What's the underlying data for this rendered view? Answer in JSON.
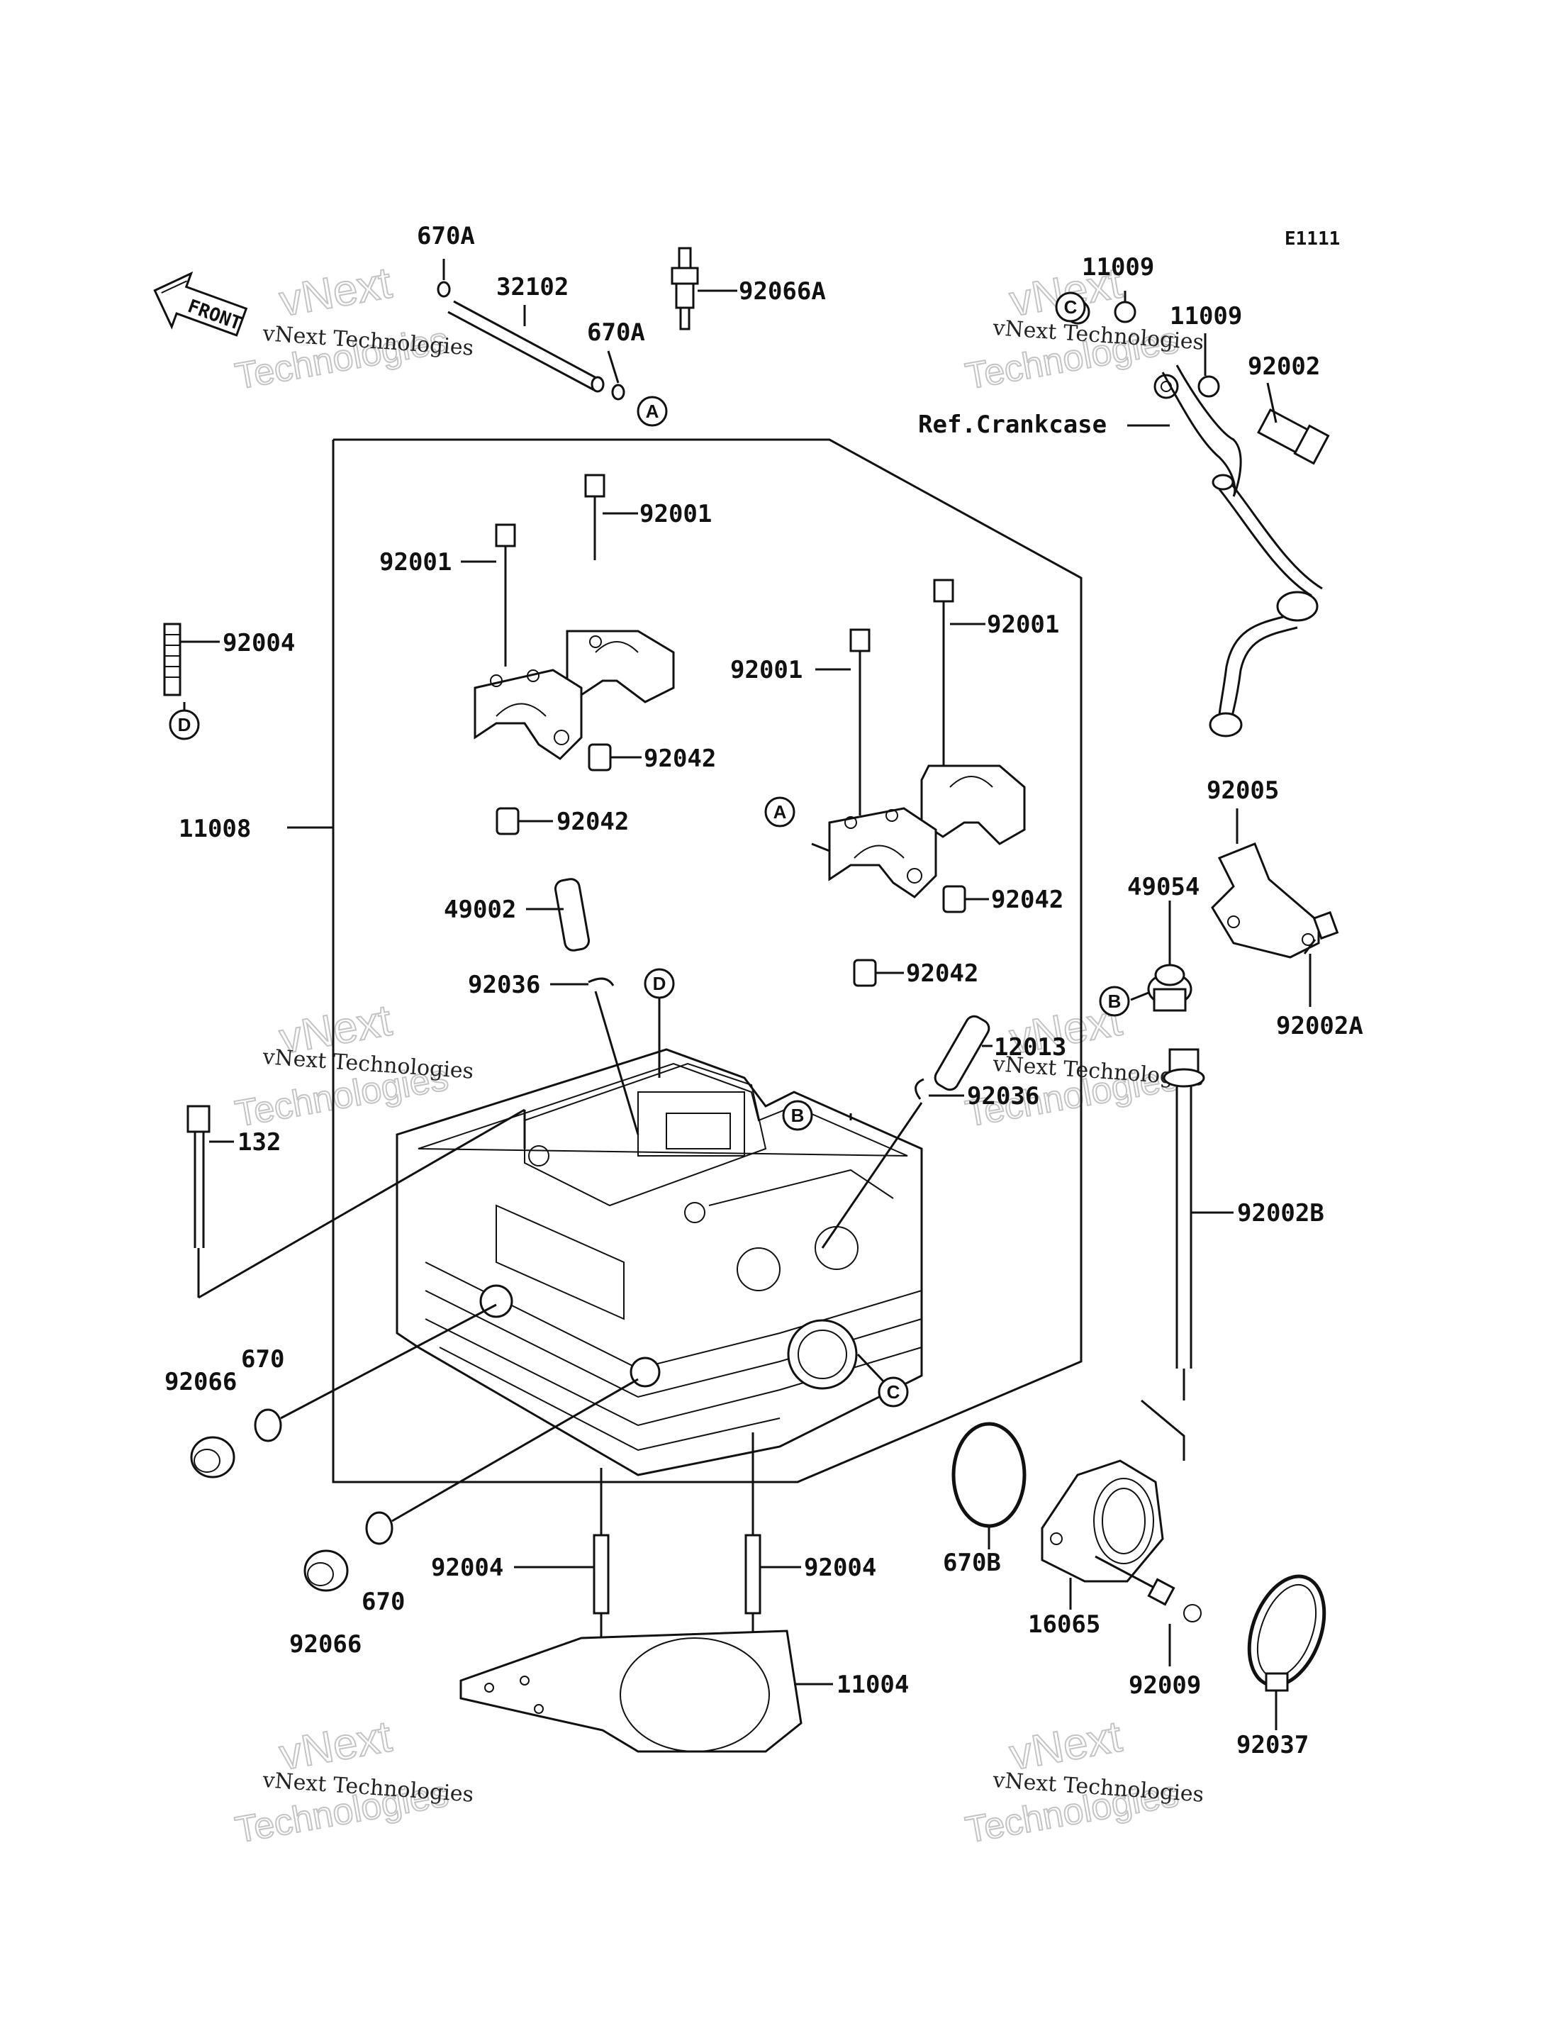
{
  "diagram_code": "E1111",
  "front_label": "FRONT",
  "ref_note": "Ref.Crankcase",
  "watermark": {
    "line1": "vNext Technologies",
    "line2": "vNext",
    "line3": "Technologies"
  },
  "part_numbers": {
    "p670A_top": "670A",
    "p32102": "32102",
    "p92066A": "92066A",
    "p670A_mid": "670A",
    "p11009_a": "11009",
    "p11009_b": "11009",
    "p92002": "92002",
    "p92001_a": "92001",
    "p92001_b": "92001",
    "p92001_c": "92001",
    "p92001_d": "92001",
    "p92004_top": "92004",
    "p92042_a": "92042",
    "p92042_b": "92042",
    "p92042_c": "92042",
    "p92042_d": "92042",
    "p11008": "11008",
    "p49002": "49002",
    "p92036_a": "92036",
    "p92036_b": "92036",
    "p12013": "12013",
    "p92005": "92005",
    "p49054": "49054",
    "p92002A": "92002A",
    "p132": "132",
    "p92002B": "92002B",
    "p670_a": "670",
    "p670_b": "670",
    "p92066_a": "92066",
    "p92066_b": "92066",
    "p92004_l": "92004",
    "p92004_r": "92004",
    "p11004": "11004",
    "p670B": "670B",
    "p16065": "16065",
    "p92009": "92009",
    "p92037": "92037"
  },
  "callouts": {
    "A": "A",
    "B": "B",
    "C": "C",
    "D": "D"
  }
}
